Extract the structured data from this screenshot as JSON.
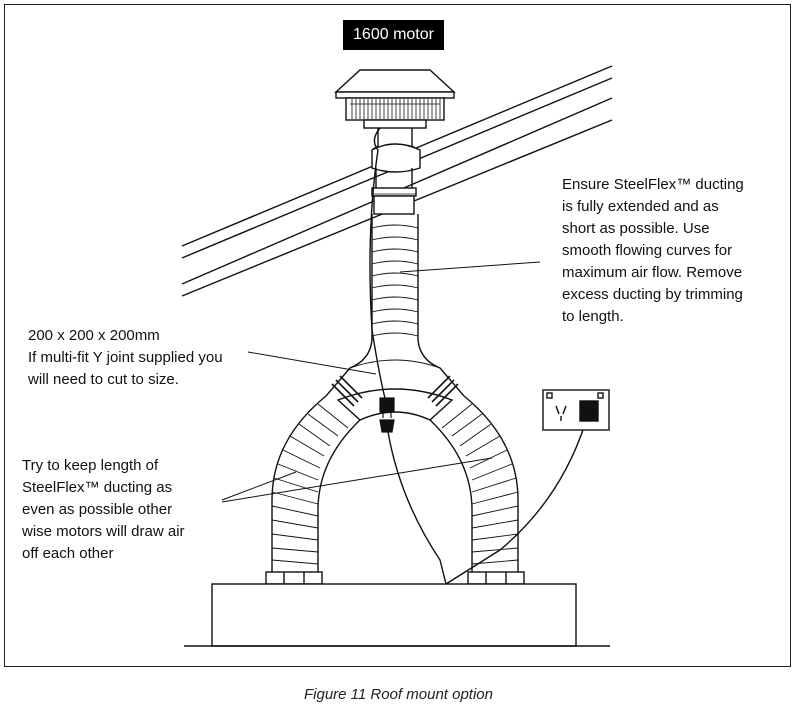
{
  "figure": {
    "motor_label": "1600 motor",
    "caption": "Figure 11 Roof mount option"
  },
  "annotations": {
    "ducting_note": [
      "Ensure SteelFlex™ ducting",
      "is fully extended and as",
      "short as possible. Use",
      "smooth flowing curves for",
      "maximum air flow. Remove",
      "excess ducting by trimming",
      "to length."
    ],
    "y_joint_note": [
      "200 x 200 x 200mm",
      "If multi-fit Y joint supplied you",
      "will need to cut to size."
    ],
    "length_note": [
      "Try to keep length of",
      "SteelFlex™ ducting as",
      "even as possible other",
      "wise motors will draw air",
      "off each other"
    ]
  },
  "colors": {
    "ink": "#111111",
    "label_bg": "#000000",
    "label_text": "#ffffff"
  }
}
